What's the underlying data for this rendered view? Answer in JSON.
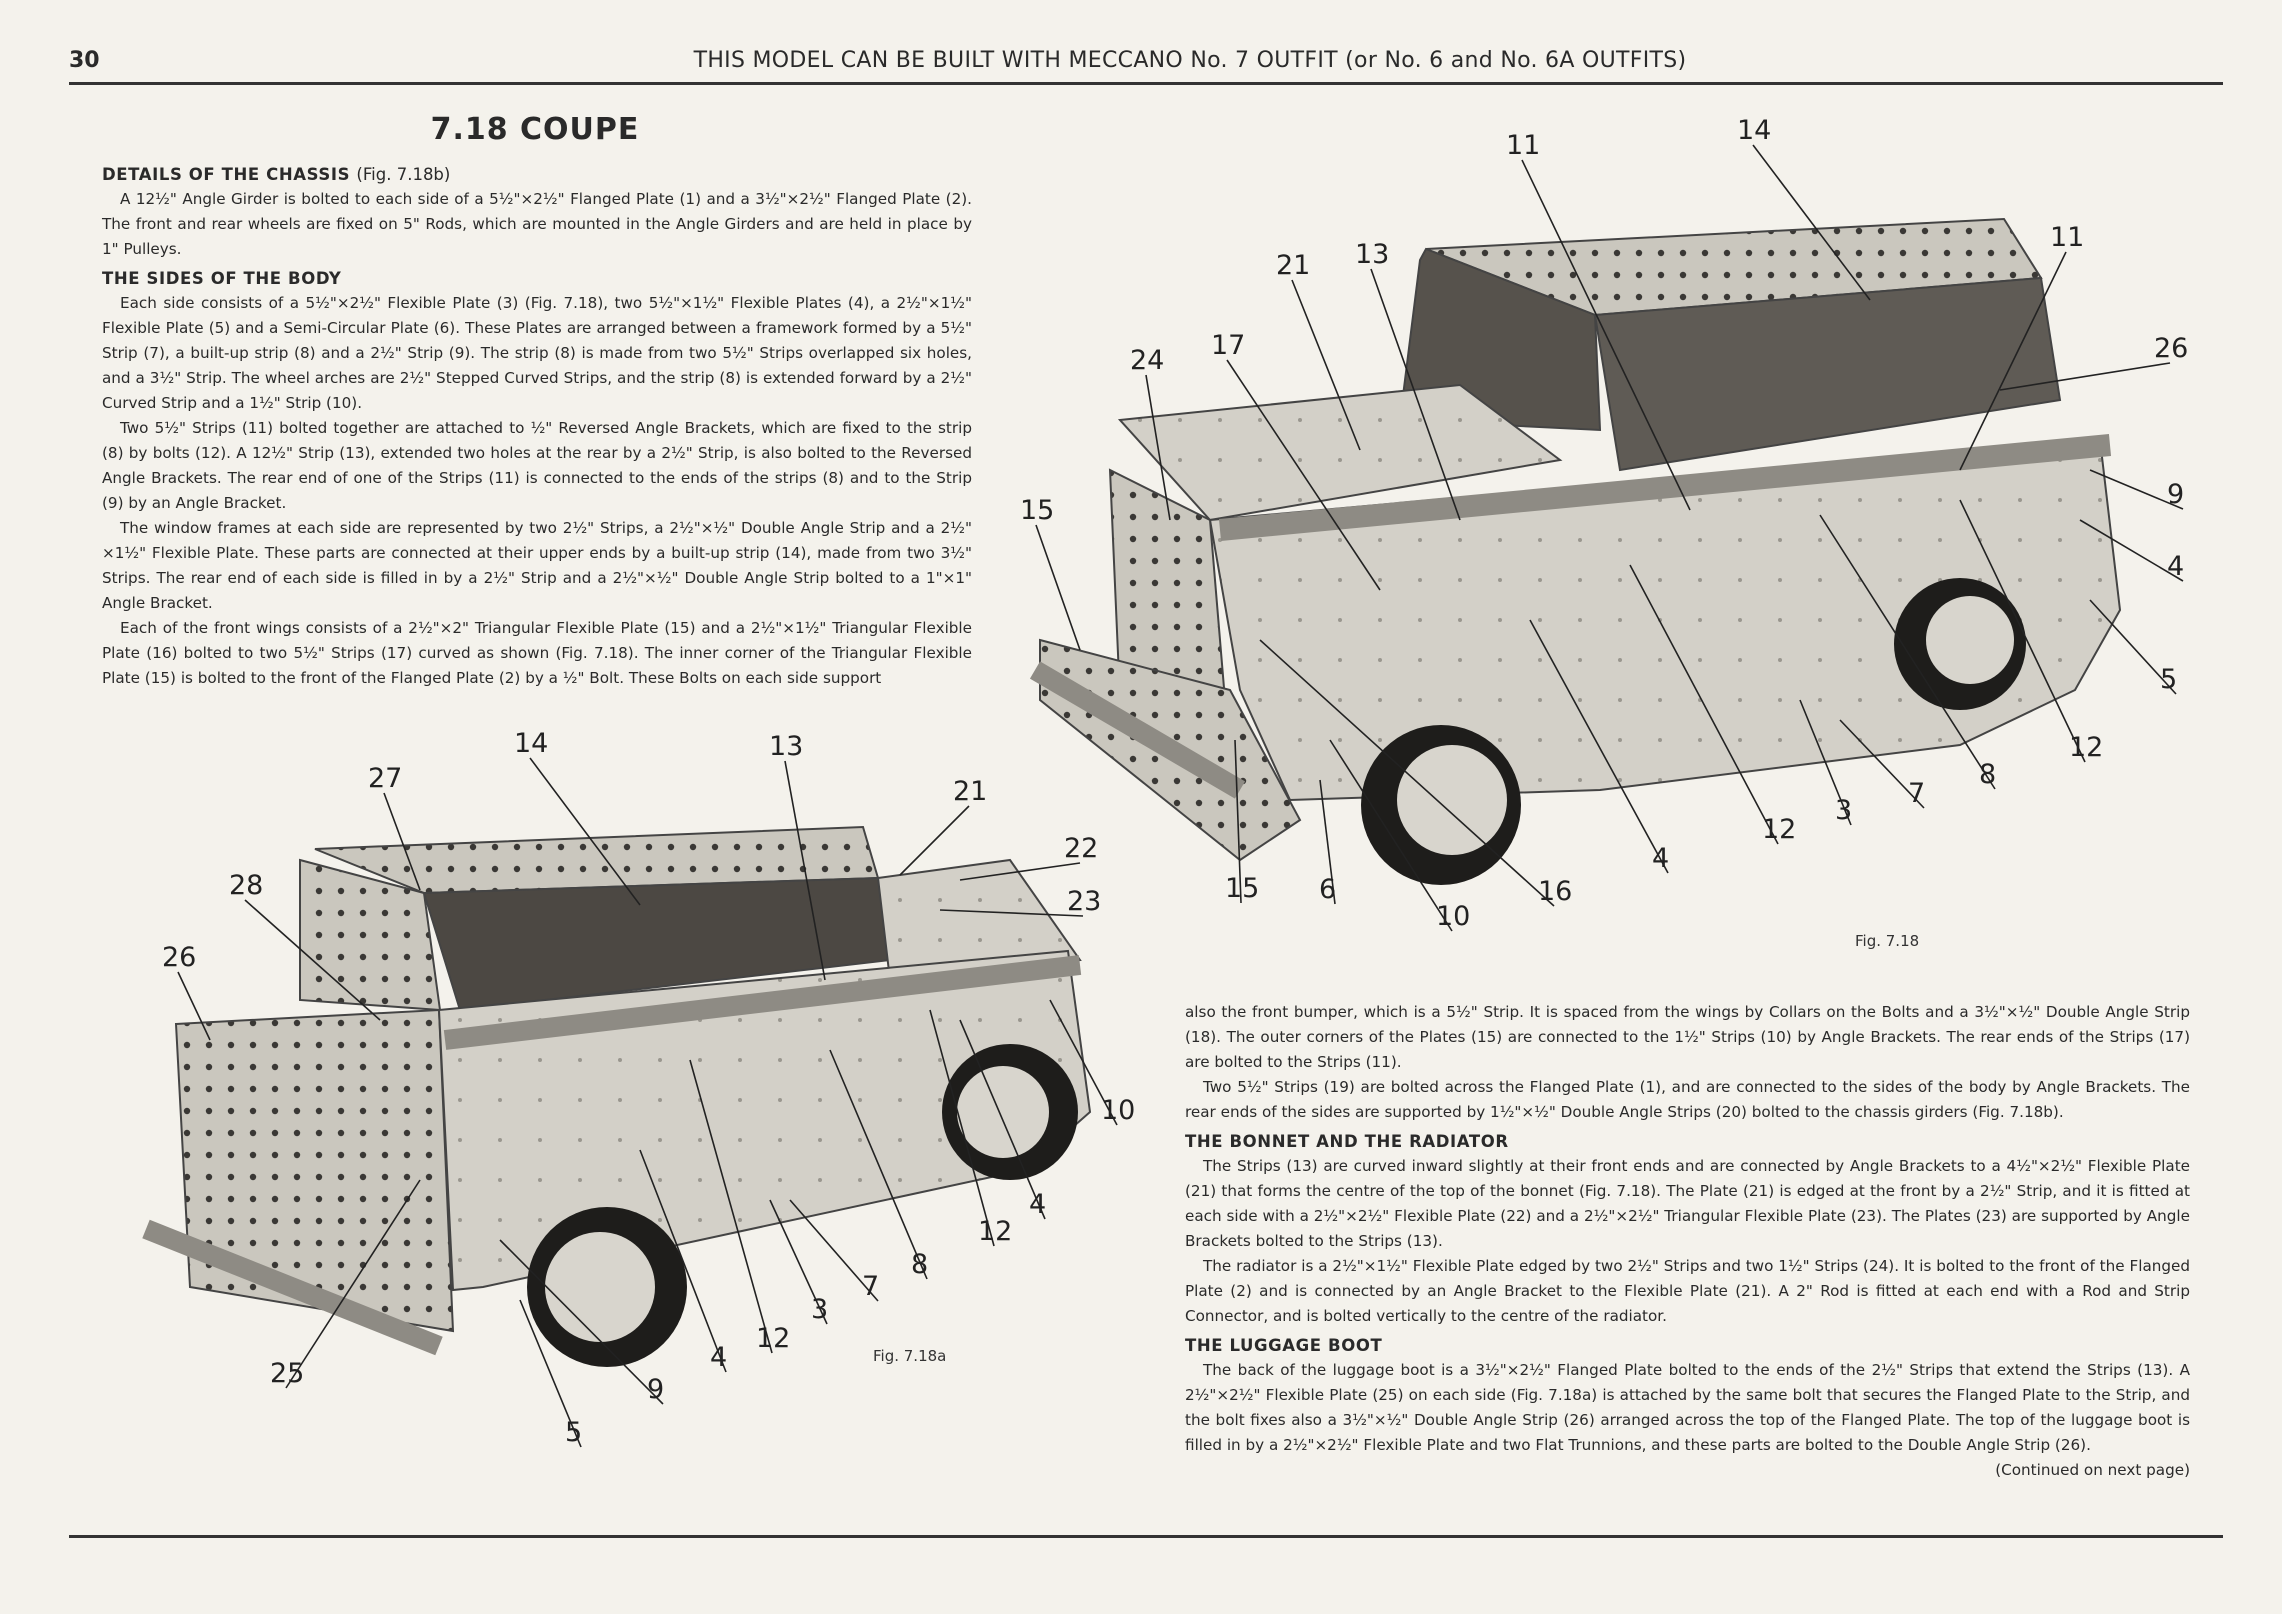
{
  "header": {
    "page_number": "30",
    "running_head": "THIS MODEL CAN BE BUILT WITH MECCANO No. 7 OUTFIT (or No. 6 and No. 6A OUTFITS)"
  },
  "title": "7.18  COUPE",
  "left_column": {
    "chassis_heading": "DETAILS OF THE CHASSIS",
    "chassis_ref": "(Fig. 7.18b)",
    "chassis_p1": "A 12½\" Angle Girder is bolted to each side of a 5½\"×2½\" Flanged Plate (1) and a 3½\"×2½\" Flanged Plate (2). The front and rear wheels are fixed on 5\" Rods, which are mounted in the Angle Girders and are held in place by 1\" Pulleys.",
    "sides_heading": "THE SIDES OF THE BODY",
    "sides_p1": "Each side consists of a 5½\"×2½\" Flexible Plate (3) (Fig. 7.18), two 5½\"×1½\" Flexible Plates (4), a 2½\"×1½\" Flexible Plate (5) and a Semi-Circular Plate (6). These Plates are arranged between a framework formed by a 5½\" Strip (7), a built-up strip (8) and a 2½\" Strip (9). The strip (8) is made from two 5½\" Strips overlapped six holes, and a 3½\" Strip. The wheel arches are 2½\" Stepped Curved Strips, and the strip (8) is extended forward by a 2½\" Curved Strip and a 1½\" Strip (10).",
    "sides_p2": "Two 5½\" Strips (11) bolted together are attached to ½\" Reversed Angle Brackets, which are fixed to the strip (8) by bolts (12). A 12½\" Strip (13), extended two holes at the rear by a 2½\" Strip, is also bolted to the Reversed Angle Brackets. The rear end of one of the Strips (11) is connected to the ends of the strips (8) and to the Strip (9) by an Angle Bracket.",
    "sides_p3": "The window frames at each side are represented by two 2½\" Strips, a 2½\"×½\" Double Angle Strip and a 2½\" ×1½\" Flexible Plate. These parts are connected at their upper ends by a built-up strip (14), made from two 3½\" Strips. The rear end of each side is filled in by a 2½\" Strip and a 2½\"×½\" Double Angle Strip bolted to a 1\"×1\" Angle Bracket.",
    "sides_p4": "Each of the front wings consists of a 2½\"×2\" Triangular Flexible Plate (15) and a 2½\"×1½\" Triangular Flexible Plate (16) bolted to two 5½\" Strips (17) curved as shown (Fig. 7.18). The inner corner of the Triangular Flexible Plate (15) is bolted to the front of the Flanged Plate (2) by a ½\" Bolt. These Bolts on each side support"
  },
  "right_column": {
    "p1": "also the front bumper, which is a 5½\" Strip. It is spaced from the wings by Collars on the Bolts and a 3½\"×½\" Double Angle Strip (18). The outer corners of the Plates (15) are connected to the 1½\" Strips (10) by Angle Brackets. The rear ends of the Strips (17) are bolted to the Strips (11).",
    "p2": "Two 5½\" Strips (19) are bolted across the Flanged Plate (1), and are connected to the sides of the body by Angle Brackets. The rear ends of the sides are supported by 1½\"×½\" Double Angle Strips (20) bolted to the chassis girders (Fig. 7.18b).",
    "bonnet_heading": "THE BONNET AND THE RADIATOR",
    "bonnet_p1": "The Strips (13) are curved inward slightly at their front ends and are connected by Angle Brackets to a 4½\"×2½\" Flexible Plate (21) that forms the centre of the top of the bonnet (Fig. 7.18). The Plate (21) is edged at the front by a 2½\" Strip, and it is fitted at each side with a 2½\"×2½\" Flexible Plate (22) and a 2½\"×2½\" Triangular Flexible Plate (23). The Plates (23) are supported by Angle Brackets bolted to the Strips (13).",
    "bonnet_p2": "The radiator is a 2½\"×1½\" Flexible Plate edged by two 2½\" Strips and two 1½\" Strips (24). It is bolted to the front of the Flanged Plate (2) and is connected by an Angle Bracket to the Flexible Plate (21). A 2\" Rod is fitted at each end with a Rod and Strip Connector, and is bolted vertically to the centre of the radiator.",
    "boot_heading": "THE LUGGAGE BOOT",
    "boot_p1": "The back of the luggage boot is a 3½\"×2½\" Flanged Plate bolted to the ends of the 2½\" Strips that extend the Strips (13). A 2½\"×2½\" Flexible Plate (25) on each side (Fig. 7.18a) is attached by the same bolt that secures the Flanged Plate to the Strip, and the bolt fixes also a 3½\"×½\" Double Angle Strip (26) arranged across the top of the Flanged Plate. The top of the luggage boot is filled in by a 2½\"×2½\" Flexible Plate and two Flat Trunnions, and these parts are bolted to the Double Angle Strip (26).",
    "continued": "(Continued on next page)"
  },
  "figures": {
    "fig_718": {
      "caption": "Fig. 7.18",
      "labels": [
        "11",
        "14",
        "11",
        "21",
        "13",
        "24",
        "17",
        "26",
        "15",
        "9",
        "4",
        "5",
        "12",
        "8",
        "7",
        "3",
        "12",
        "4",
        "16",
        "10",
        "6",
        "15"
      ]
    },
    "fig_718a": {
      "caption": "Fig. 7.18a",
      "labels": [
        "14",
        "13",
        "27",
        "21",
        "22",
        "28",
        "23",
        "26",
        "10",
        "4",
        "12",
        "8",
        "7",
        "3",
        "12",
        "4",
        "9",
        "25",
        "5"
      ]
    }
  },
  "colors": {
    "paper": "#f4f2ec",
    "ink": "#2a2a2a",
    "metal": "#c9c6bd",
    "metal_dark": "#8e8b84"
  }
}
